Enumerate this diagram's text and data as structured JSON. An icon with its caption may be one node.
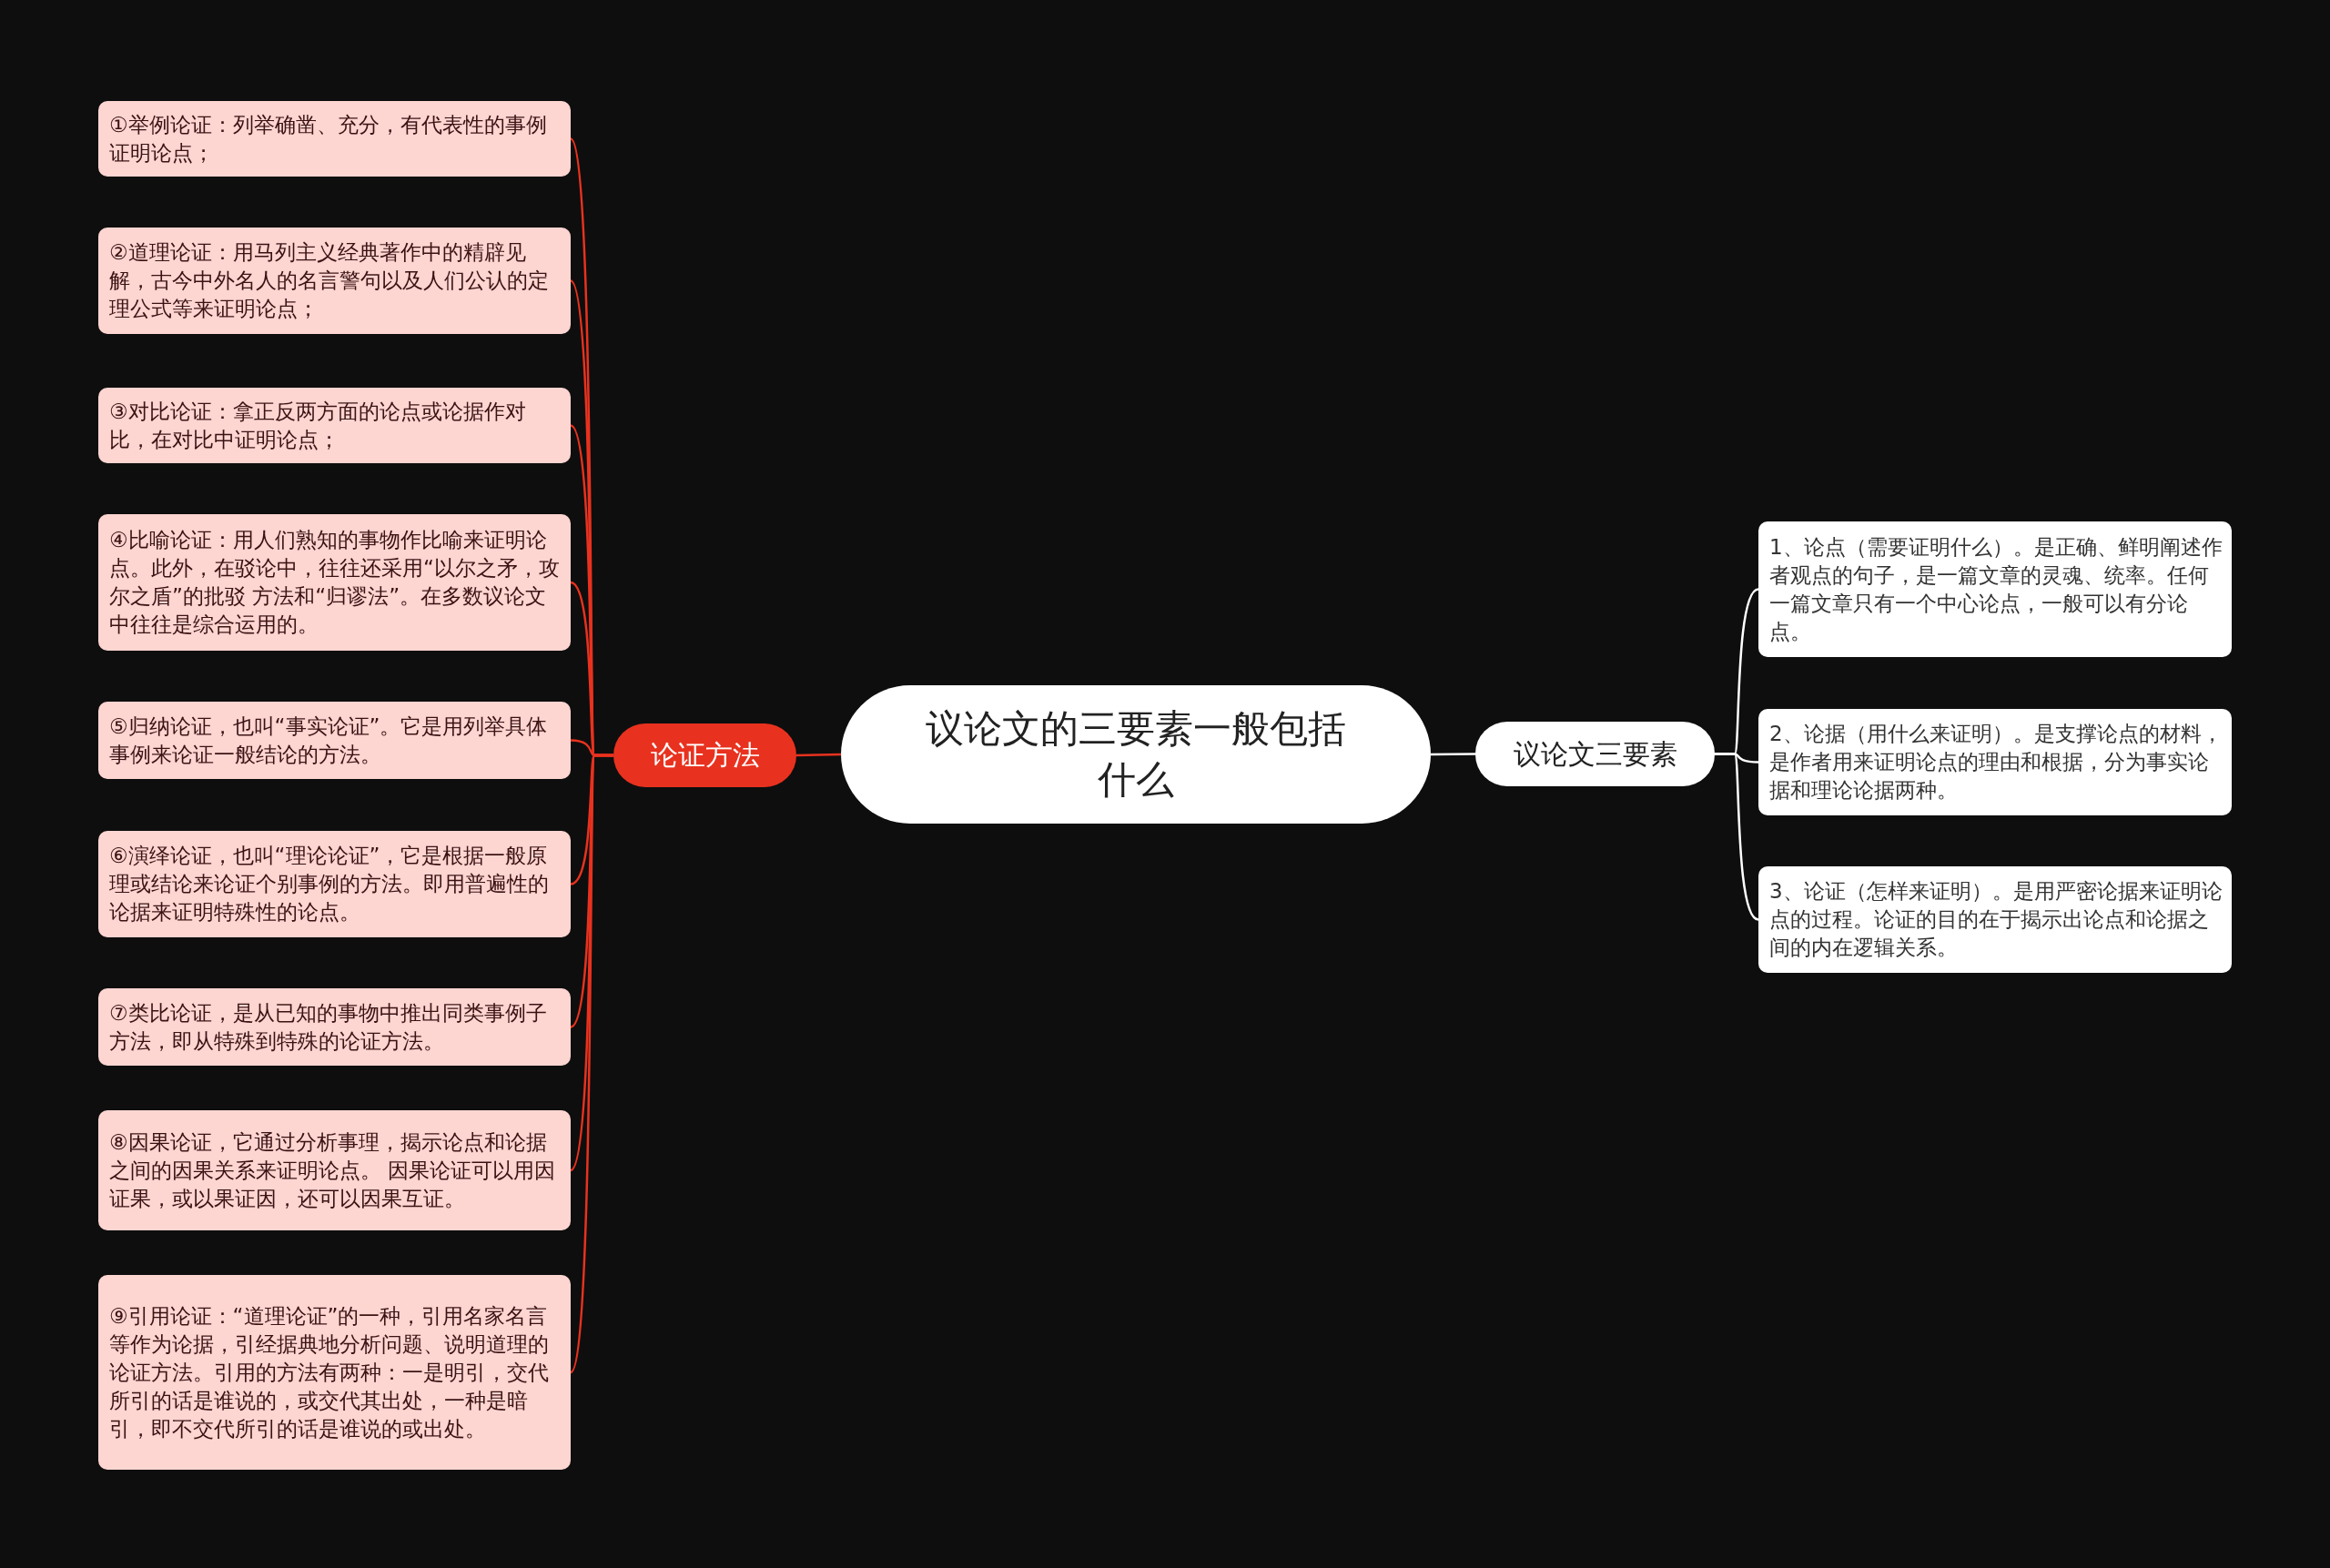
{
  "diagram": {
    "nodes": [
      {
        "text": [
          "议论文的三要素一般包括什么"
        ]
      },
      {
        "text": [
          "论证方法"
        ]
      },
      {
        "text": [
          "①举例论证：列举确凿、充分，有代表性的事例证明论点；"
        ]
      },
      {
        "text": [
          "②道理论证：用马列主义经典著作中的精辟见解，古今中外名人的名言警句以及人们公认的定理公式等来证明论点；"
        ]
      },
      {
        "text": [
          "③对比论证：拿正反两方面的论点或论据作对比，在对比中证明论点；"
        ]
      },
      {
        "text": [
          "④比喻论证：用人们熟知的事物作比喻来证明论点。此外，在驳论中，往往还采用“以尔之矛，攻尔之盾”的批驳 方法和“归谬法”。在多数议论文中往往是综合运用的。"
        ]
      },
      {
        "text": [
          "⑤归纳论证，也叫“事实论证”。它是用列举具体事例来论证一般结论的方法。"
        ]
      },
      {
        "text": [
          "⑥演绎论证，也叫“理论论证”，它是根据一般原理或结论来论证个别事例的方法。即用普遍性的论据来证明特殊性的论点。"
        ]
      },
      {
        "text": [
          "⑦类比论证，是从已知的事物中推出同类事例子方法，即从特殊到特殊的论证方法。"
        ]
      },
      {
        "text": [
          "⑧因果论证，它通过分析事理，揭示论点和论据之间的因果关系来证明论点。 因果论证可以用因证果，或以果证因，还可以因果互证。"
        ]
      },
      {
        "text": [
          "⑨引用论证：“道理论证”的一种，引用名家名言等作为论据，引经据典地分析问题、说明道理的论证方法。引用的方法有两种：一是明引，交代所引的话是谁说的，或交代其出处，一种是暗引，即不交代所引的话是谁说的或出处。"
        ]
      },
      {
        "text": [
          "议论文三要素"
        ]
      },
      {
        "text": [
          "1、论点（需要证明什么）。是正确、鲜明阐述作者观点的句子，是一篇文章的灵魂、统率。任何一篇文章只有一个中心论点，一般可以有分论点。"
        ]
      },
      {
        "text": [
          "2、论据（用什么来证明）。是支撑论点的材料，是作者用来证明论点的理由和根据，分为事实论据和理论论据两种。"
        ]
      },
      {
        "text": [
          "3、论证（怎样来证明）。是用严密论据来证明论点的过程。论证的目的在于揭示出论点和论据之间的内在逻辑关系。"
        ]
      }
    ],
    "edges": [
      {
        "from": 0,
        "to": 1,
        "arrow": "none"
      },
      {
        "from": 1,
        "to": 2,
        "arrow": "none"
      },
      {
        "from": 1,
        "to": 3,
        "arrow": "none"
      },
      {
        "from": 1,
        "to": 4,
        "arrow": "none"
      },
      {
        "from": 1,
        "to": 5,
        "arrow": "none"
      },
      {
        "from": 1,
        "to": 6,
        "arrow": "none"
      },
      {
        "from": 1,
        "to": 7,
        "arrow": "none"
      },
      {
        "from": 1,
        "to": 8,
        "arrow": "none"
      },
      {
        "from": 1,
        "to": 9,
        "arrow": "none"
      },
      {
        "from": 1,
        "to": 10,
        "arrow": "none"
      },
      {
        "from": 0,
        "to": 11,
        "arrow": "none",
        "color": "#ffffff"
      },
      {
        "from": 11,
        "to": 12,
        "arrow": "none",
        "color": "#ffffff"
      },
      {
        "from": 11,
        "to": 13,
        "arrow": "none",
        "color": "#ffffff"
      },
      {
        "from": 11,
        "to": 14,
        "arrow": "none",
        "color": "#ffffff"
      }
    ]
  }
}
